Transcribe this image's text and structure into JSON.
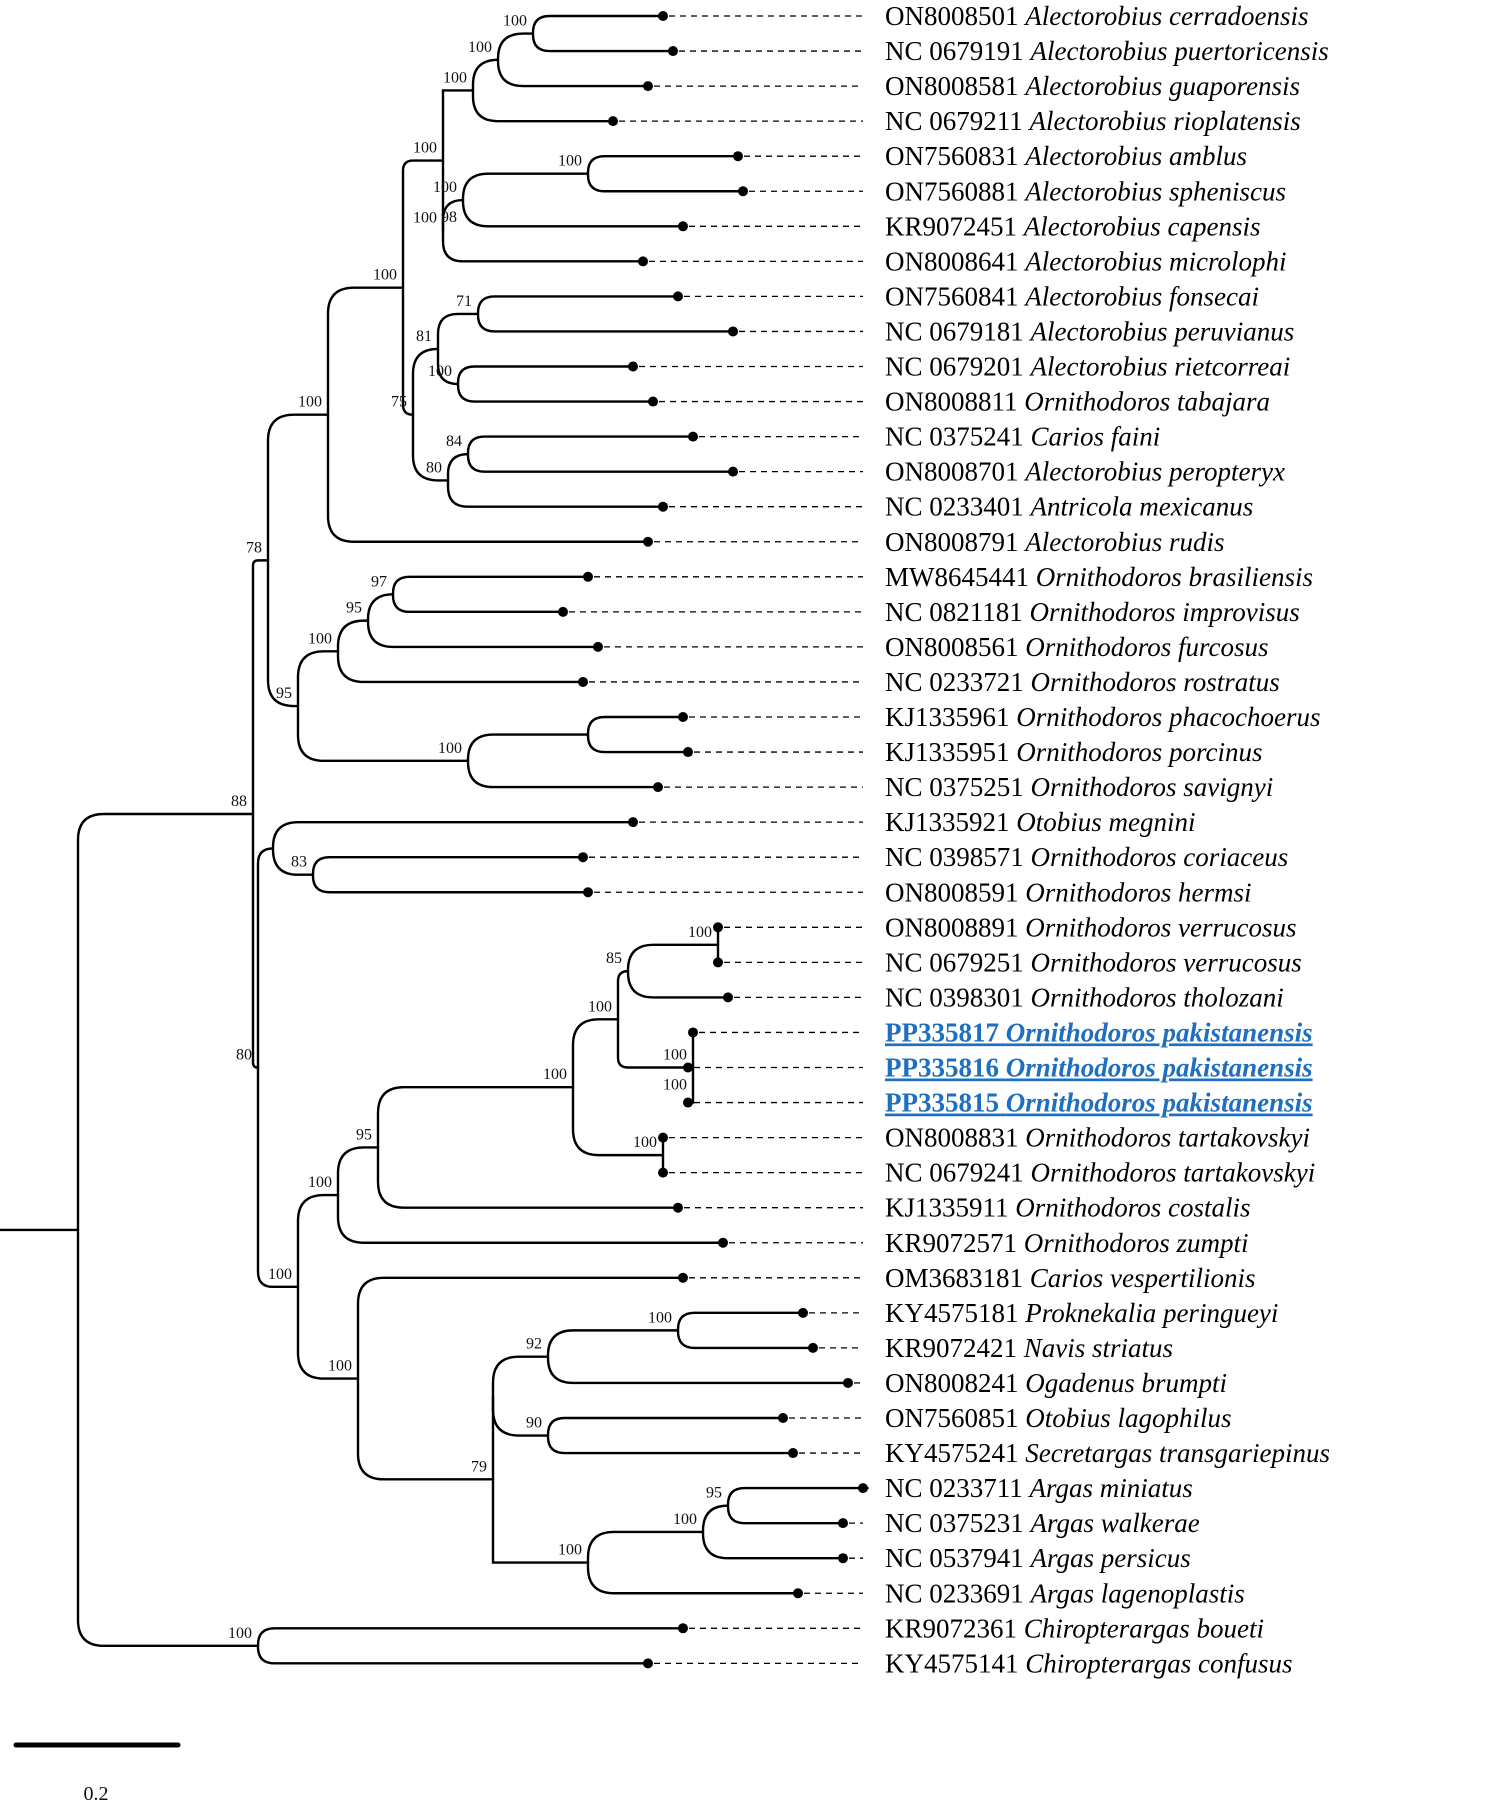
{
  "tree": {
    "scale_bar_label": "0.2",
    "highlight_color": "#1f6fc0",
    "taxa": [
      {
        "acc": "ON8008501",
        "species": "Alectorobius cerradoensis"
      },
      {
        "acc": "NC 0679191",
        "species": "Alectorobius puertoricensis"
      },
      {
        "acc": "ON8008581",
        "species": "Alectorobius guaporensis"
      },
      {
        "acc": "NC 0679211",
        "species": "Alectorobius rioplatensis"
      },
      {
        "acc": "ON7560831",
        "species": "Alectorobius amblus"
      },
      {
        "acc": "ON7560881",
        "species": "Alectorobius spheniscus"
      },
      {
        "acc": "KR9072451",
        "species": "Alectorobius capensis"
      },
      {
        "acc": "ON8008641",
        "species": "Alectorobius microlophi"
      },
      {
        "acc": "ON7560841",
        "species": "Alectorobius fonsecai"
      },
      {
        "acc": "NC 0679181",
        "species": "Alectorobius peruvianus"
      },
      {
        "acc": "NC 0679201",
        "species": "Alectorobius rietcorreai"
      },
      {
        "acc": "ON8008811",
        "species": "Ornithodoros tabajara"
      },
      {
        "acc": "NC 0375241",
        "species": "Carios faini"
      },
      {
        "acc": "ON8008701",
        "species": "Alectorobius peropteryx"
      },
      {
        "acc": "NC 0233401",
        "species": "Antricola mexicanus"
      },
      {
        "acc": "ON8008791",
        "species": "Alectorobius rudis"
      },
      {
        "acc": "MW8645441",
        "species": "Ornithodoros brasiliensis"
      },
      {
        "acc": "NC 0821181",
        "species": "Ornithodoros improvisus"
      },
      {
        "acc": "ON8008561",
        "species": "Ornithodoros furcosus"
      },
      {
        "acc": "NC 0233721",
        "species": "Ornithodoros rostratus"
      },
      {
        "acc": "KJ1335961",
        "species": "Ornithodoros phacochoerus"
      },
      {
        "acc": "KJ1335951",
        "species": "Ornithodoros porcinus"
      },
      {
        "acc": "NC 0375251",
        "species": "Ornithodoros savignyi"
      },
      {
        "acc": "KJ1335921",
        "species": "Otobius megnini"
      },
      {
        "acc": "NC 0398571",
        "species": "Ornithodoros coriaceus"
      },
      {
        "acc": "ON8008591",
        "species": "Ornithodoros hermsi"
      },
      {
        "acc": "ON8008891",
        "species": "Ornithodoros verrucosus"
      },
      {
        "acc": "NC 0679251",
        "species": "Ornithodoros verrucosus"
      },
      {
        "acc": "NC 0398301",
        "species": "Ornithodoros tholozani"
      },
      {
        "acc": "PP335817",
        "species": "Ornithodoros pakistanensis",
        "highlight": true
      },
      {
        "acc": "PP335816",
        "species": "Ornithodoros pakistanensis",
        "highlight": true
      },
      {
        "acc": "PP335815",
        "species": "Ornithodoros pakistanensis",
        "highlight": true
      },
      {
        "acc": "ON8008831",
        "species": "Ornithodoros tartakovskyi"
      },
      {
        "acc": "NC 0679241",
        "species": "Ornithodoros tartakovskyi"
      },
      {
        "acc": "KJ1335911",
        "species": "Ornithodoros costalis"
      },
      {
        "acc": "KR9072571",
        "species": "Ornithodoros zumpti"
      },
      {
        "acc": "OM3683181",
        "species": "Carios vespertilionis"
      },
      {
        "acc": "KY4575181",
        "species": "Proknekalia peringueyi"
      },
      {
        "acc": "KR9072421",
        "species": "Navis striatus"
      },
      {
        "acc": "ON8008241",
        "species": "Ogadenus brumpti"
      },
      {
        "acc": "ON7560851",
        "species": "Otobius lagophilus"
      },
      {
        "acc": "KY4575241",
        "species": "Secretargas transgariepinus"
      },
      {
        "acc": "NC 0233711",
        "species": "Argas miniatus"
      },
      {
        "acc": "NC 0375231",
        "species": "Argas walkerae"
      },
      {
        "acc": "NC 0537941",
        "species": "Argas persicus"
      },
      {
        "acc": "NC 0233691",
        "species": "Argas lagenoplastis"
      },
      {
        "acc": "KR9072361",
        "species": "Chiropterargas boueti"
      },
      {
        "acc": "KY4575141",
        "species": "Chiropterargas confusus"
      }
    ],
    "bootstrap": [
      "100",
      "100",
      "100",
      "100",
      "100",
      "100",
      "98",
      "100",
      "71",
      "81",
      "100",
      "75",
      "84",
      "80",
      "100",
      "97",
      "95",
      "100",
      "95",
      "100",
      "78",
      "100",
      "83",
      "100",
      "85",
      "100",
      "100",
      "100",
      "100",
      "95",
      "100",
      "80",
      "100",
      "92",
      "79",
      "90",
      "100",
      "95",
      "100",
      "100",
      "100",
      "100",
      "88",
      "100"
    ]
  }
}
